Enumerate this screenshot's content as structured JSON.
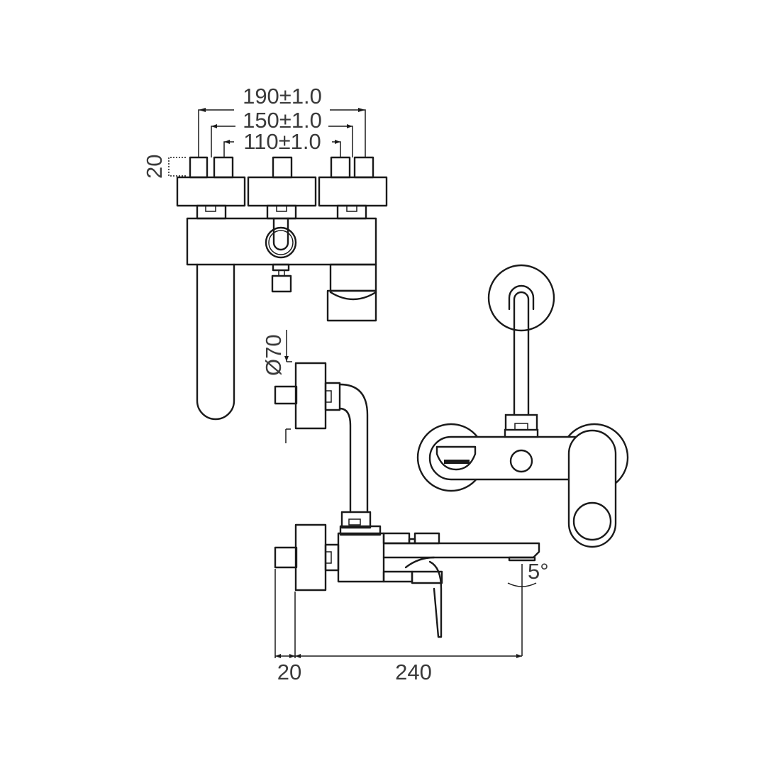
{
  "diagram": {
    "title": "Wall-mounted bath mixer technical drawing",
    "colors": {
      "line": "#1a1a1a",
      "text": "#3a3a3a",
      "background": "#ffffff"
    },
    "views": {
      "top_view": {
        "dimensions": {
          "outer": "190±1.0",
          "middle": "150±1.0",
          "inner": "110±1.0",
          "connector_height": "20"
        }
      },
      "side_view": {
        "dimensions": {
          "flange_diameter": "Ø70",
          "wall_offset": "20",
          "spout_reach": "240",
          "spout_angle": "5°"
        }
      },
      "front_view": {}
    }
  }
}
